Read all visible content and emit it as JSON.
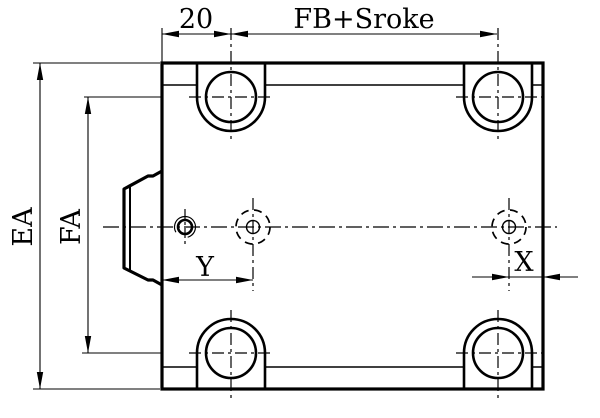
{
  "drawing": {
    "type": "engineering-dimension-drawing",
    "background": "#ffffff",
    "line_color": "#000000",
    "labels": {
      "top_offset": "20",
      "top_span": "FB+Sroke",
      "left_outer": "EA",
      "left_inner": "FA",
      "bottom_left": "Y",
      "bottom_right": "X"
    }
  }
}
